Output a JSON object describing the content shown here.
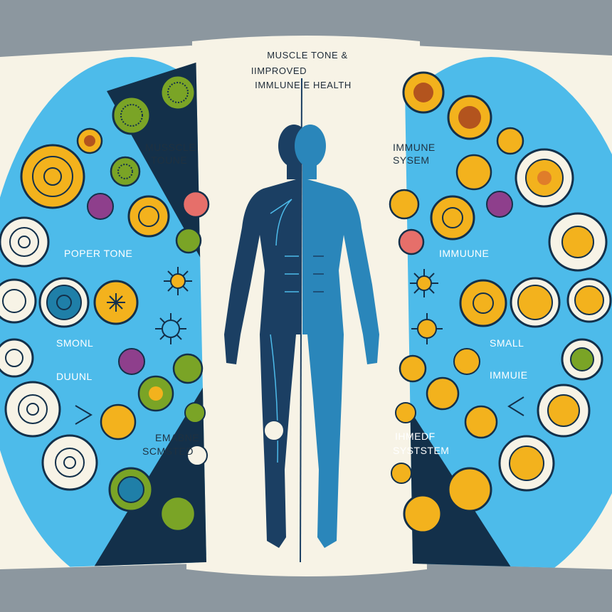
{
  "title": {
    "line1": "MUSCLE TONE &",
    "line2": "IIMPROVED",
    "line3": "IMMLUNE  E HEALTH"
  },
  "left_labels": {
    "muscle_tone_1": "MUSSCLE",
    "muscle_tone_2": "TOUNE",
    "poper_tone": "POPER TONE",
    "smonl": "SMONL",
    "duunl": "DUUNL",
    "enabne_1": "EMABNE",
    "enabne_2": "SCMSTED"
  },
  "right_labels": {
    "immune_system_1": "IMMUNE",
    "immune_system_2": "SYSEM",
    "immuune": "IMMUUNE",
    "small": "SMALL",
    "immuie": "IMMUIE",
    "imedf_1": "IHMEDF",
    "imedf_2": "SYSTSTEM"
  },
  "colors": {
    "background": "#8c979f",
    "panel": "#f7f3e6",
    "blue": "#4dbbea",
    "navy": "#13304a",
    "body_dark": "#1b3f63",
    "body_light": "#2a86ba",
    "yellow": "#f3b21d",
    "green": "#7aa426",
    "pink": "#e66f6a",
    "purple": "#8e3f8c"
  },
  "icons": [
    "cell-icon",
    "virus-icon",
    "arrow-chevron-icon",
    "human-body-figure"
  ]
}
